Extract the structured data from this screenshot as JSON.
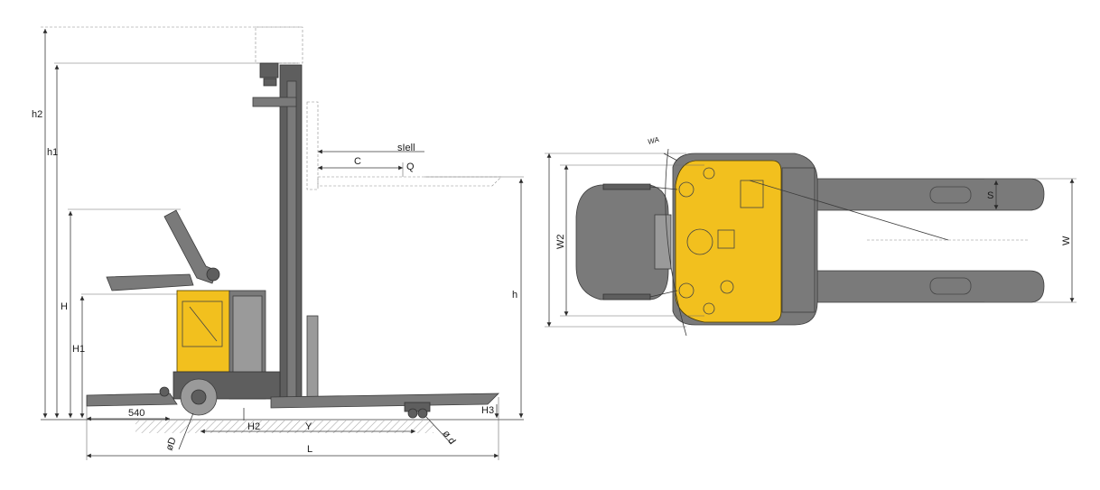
{
  "labels": {
    "h2": "h2",
    "h1": "h1",
    "H": "H",
    "H1": "H1",
    "h": "h",
    "sIell": "sIell",
    "C": "C",
    "Q": "Q",
    "dim_540": "540",
    "H2": "H2",
    "Y": "Y",
    "L": "L",
    "H3": "H3",
    "phi_D": "øD",
    "phi_d": "ø d",
    "WA": "WA",
    "W2": "W2",
    "W": "W",
    "S": "S"
  },
  "colors": {
    "chassis": "#f2c01e",
    "body": "#7a7a7a",
    "line": "#3a3a3a"
  }
}
